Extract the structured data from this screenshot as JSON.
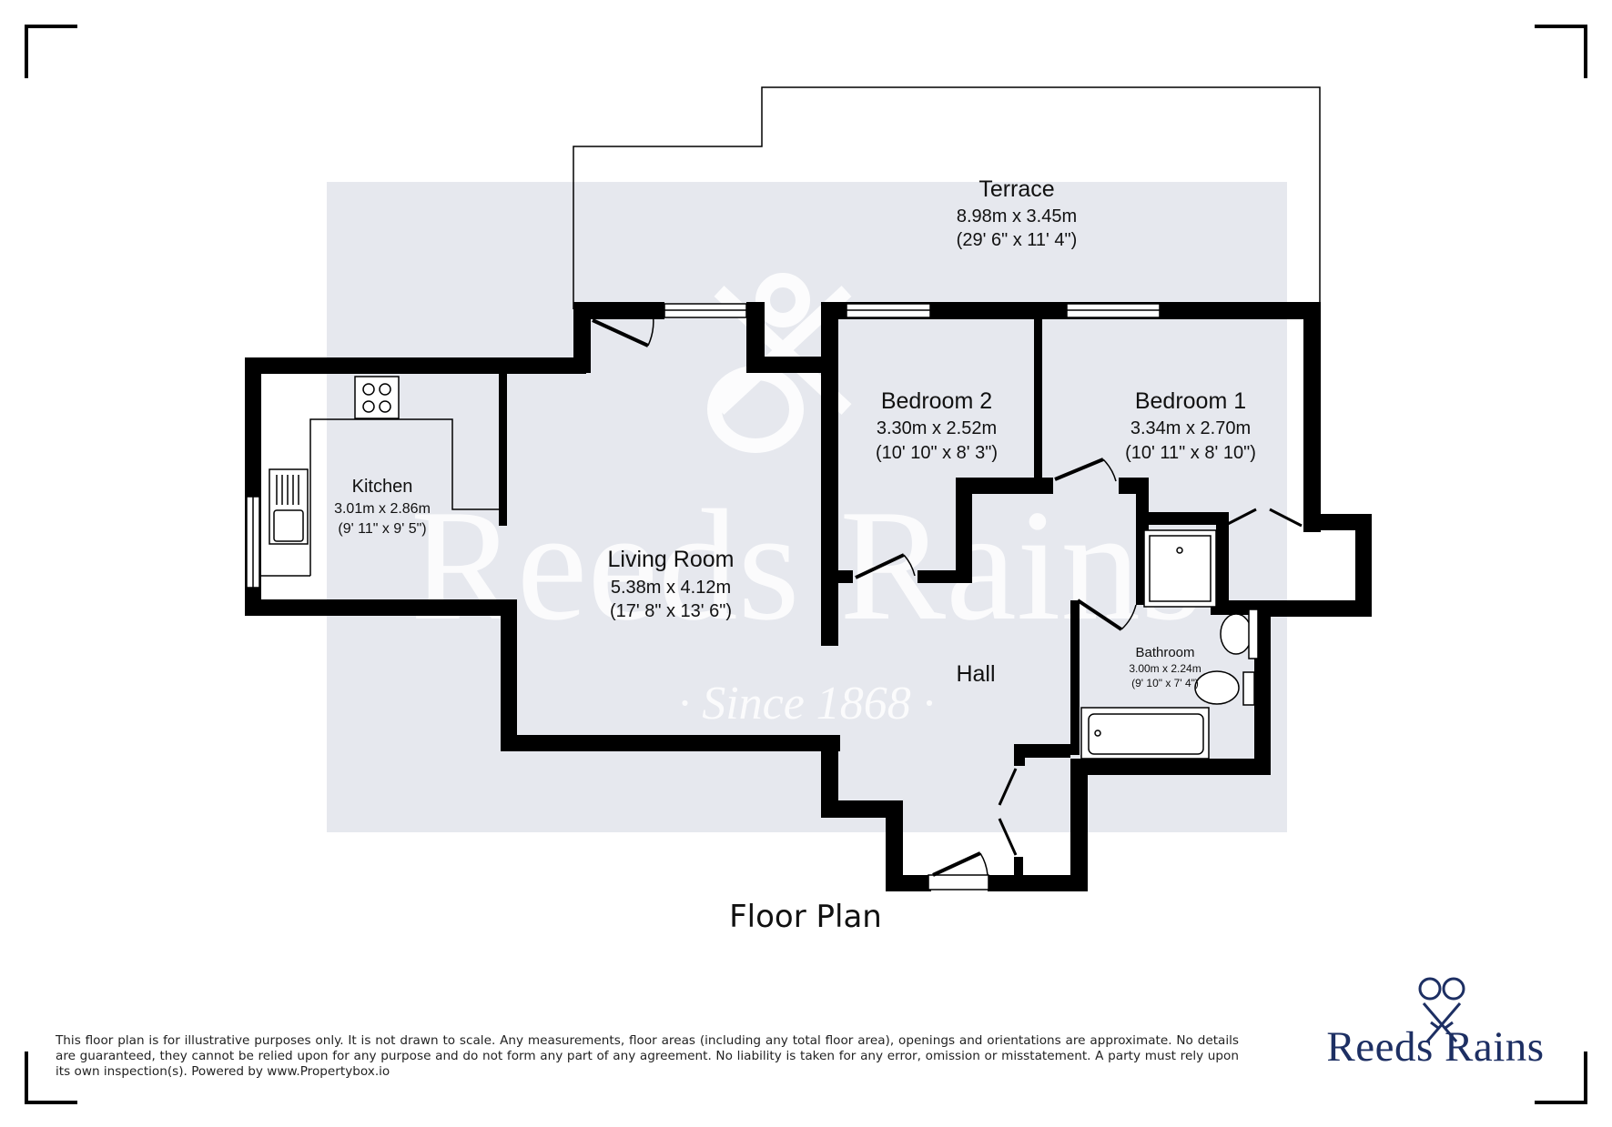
{
  "plan": {
    "title": "Floor Plan",
    "disclaimer": "This floor plan is for illustrative purposes only. It is not drawn to scale. Any measurements, floor areas (including any total floor area), openings and orientations are approximate. No details are guaranteed, they cannot be relied upon for any purpose and do not form any part of any agreement. No liability is taken for any error, omission or misstatement. A party must rely upon its own inspection(s). Powered by www.Propertybox.io"
  },
  "rooms": {
    "terrace": {
      "name": "Terrace",
      "metric": "8.98m x 3.45m",
      "imperial": "(29' 6\" x 11' 4\")"
    },
    "bedroom2": {
      "name": "Bedroom 2",
      "metric": "3.30m x 2.52m",
      "imperial": "(10' 10\" x 8' 3\")"
    },
    "bedroom1": {
      "name": "Bedroom 1",
      "metric": "3.34m x 2.70m",
      "imperial": "(10' 11\" x 8' 10\")"
    },
    "kitchen": {
      "name": "Kitchen",
      "metric": "3.01m x 2.86m",
      "imperial": "(9' 11\" x 9' 5\")"
    },
    "living": {
      "name": "Living Room",
      "metric": "5.38m x 4.12m",
      "imperial": "(17' 8\" x 13' 6\")"
    },
    "hall": {
      "name": "Hall"
    },
    "bathroom": {
      "name": "Bathroom",
      "metric": "3.00m x 2.24m",
      "imperial": "(9' 10\" x 7' 4\")"
    }
  },
  "watermark": {
    "brand": "Reeds Rains",
    "since": "· Since 1868 ·"
  },
  "logo": {
    "brand": "Reeds Rains"
  },
  "colors": {
    "wall": "#000000",
    "watermark_bg": "#e6e8ee",
    "brand": "#1d2f63"
  }
}
